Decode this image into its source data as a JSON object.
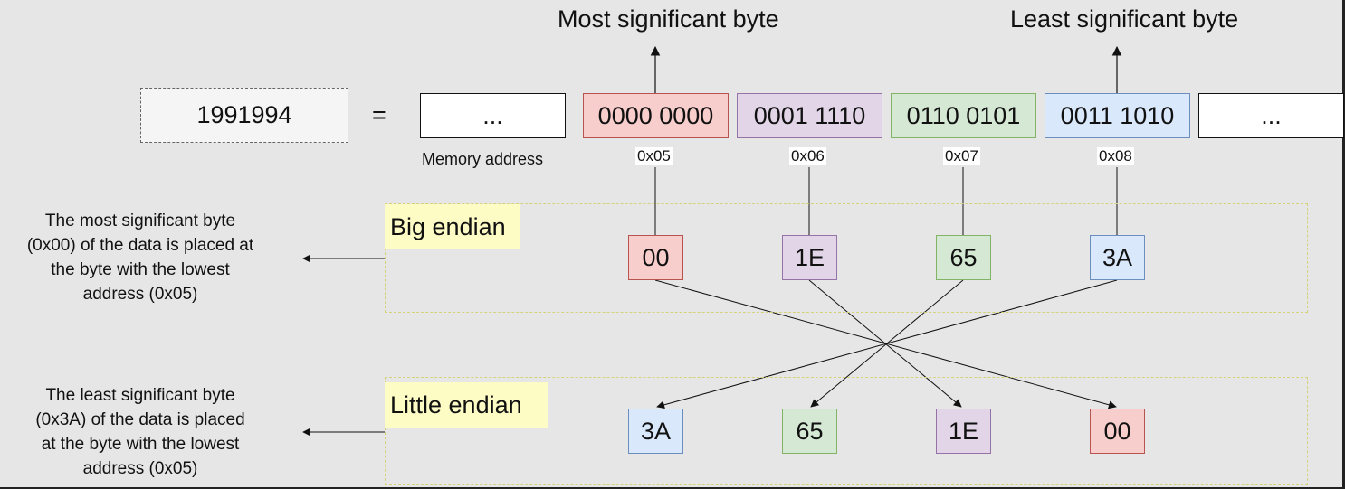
{
  "titles": {
    "msb": "Most significant byte",
    "lsb": "Least significant byte"
  },
  "value": "1991994",
  "equals": "=",
  "memory": {
    "placeholder_left": "...",
    "placeholder_right": "...",
    "label": "Memory address",
    "cells": [
      {
        "bits": "0000 0000",
        "addr": "0x05",
        "fill": "#f8cecc",
        "stroke": "#b85450"
      },
      {
        "bits": "0001 1110",
        "addr": "0x06",
        "fill": "#e1d5e7",
        "stroke": "#9673a6"
      },
      {
        "bits": "0110 0101",
        "addr": "0x07",
        "fill": "#d5e8d4",
        "stroke": "#82b366"
      },
      {
        "bits": "0011 1010",
        "addr": "0x08",
        "fill": "#dae8fc",
        "stroke": "#6c8ebf"
      }
    ]
  },
  "big_endian": {
    "label": "Big endian",
    "bytes": [
      "00",
      "1E",
      "65",
      "3A"
    ],
    "note": [
      "The most significant byte",
      "(0x00) of the data is placed at",
      "the byte with the lowest",
      "address (0x05)"
    ]
  },
  "little_endian": {
    "label": "Little endian",
    "bytes": [
      "3A",
      "65",
      "1E",
      "00"
    ],
    "note": [
      "The least significant byte",
      "(0x3A) of the data is placed",
      "at the byte with the lowest",
      "address (0x05)"
    ]
  }
}
